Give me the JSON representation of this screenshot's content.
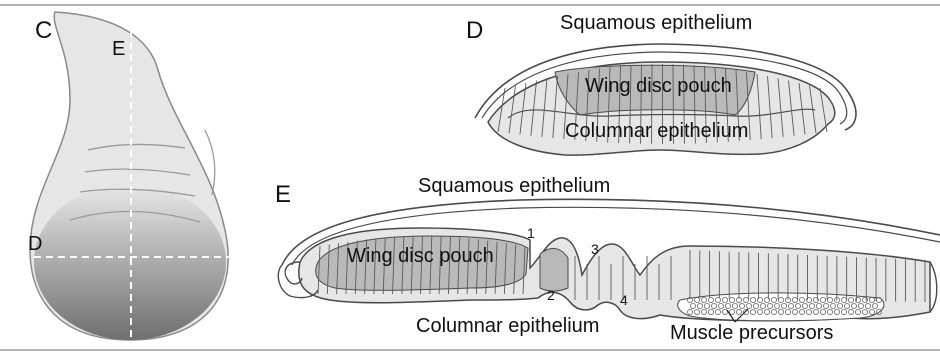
{
  "panels": {
    "c": {
      "letter": "C",
      "plane_d": "D",
      "plane_e": "E"
    },
    "d": {
      "letter": "D",
      "top_label": "Squamous epithelium",
      "pouch_label": "Wing disc pouch",
      "bottom_label": "Columnar epithelium"
    },
    "e": {
      "letter": "E",
      "top_label": "Squamous epithelium",
      "pouch_label": "Wing disc pouch",
      "bottom_label": "Columnar epithelium",
      "muscle_label": "Muscle precursors",
      "fold_numbers": [
        "1",
        "2",
        "3",
        "4"
      ]
    }
  },
  "colors": {
    "frame": "#9a9a9a",
    "outline": "#4a4a4a",
    "light_fill": "#e6e6e6",
    "pouch_fill": "#b9b9b9",
    "gradient_top": "#e8e8e8",
    "gradient_bottom": "#6f6f6f"
  }
}
